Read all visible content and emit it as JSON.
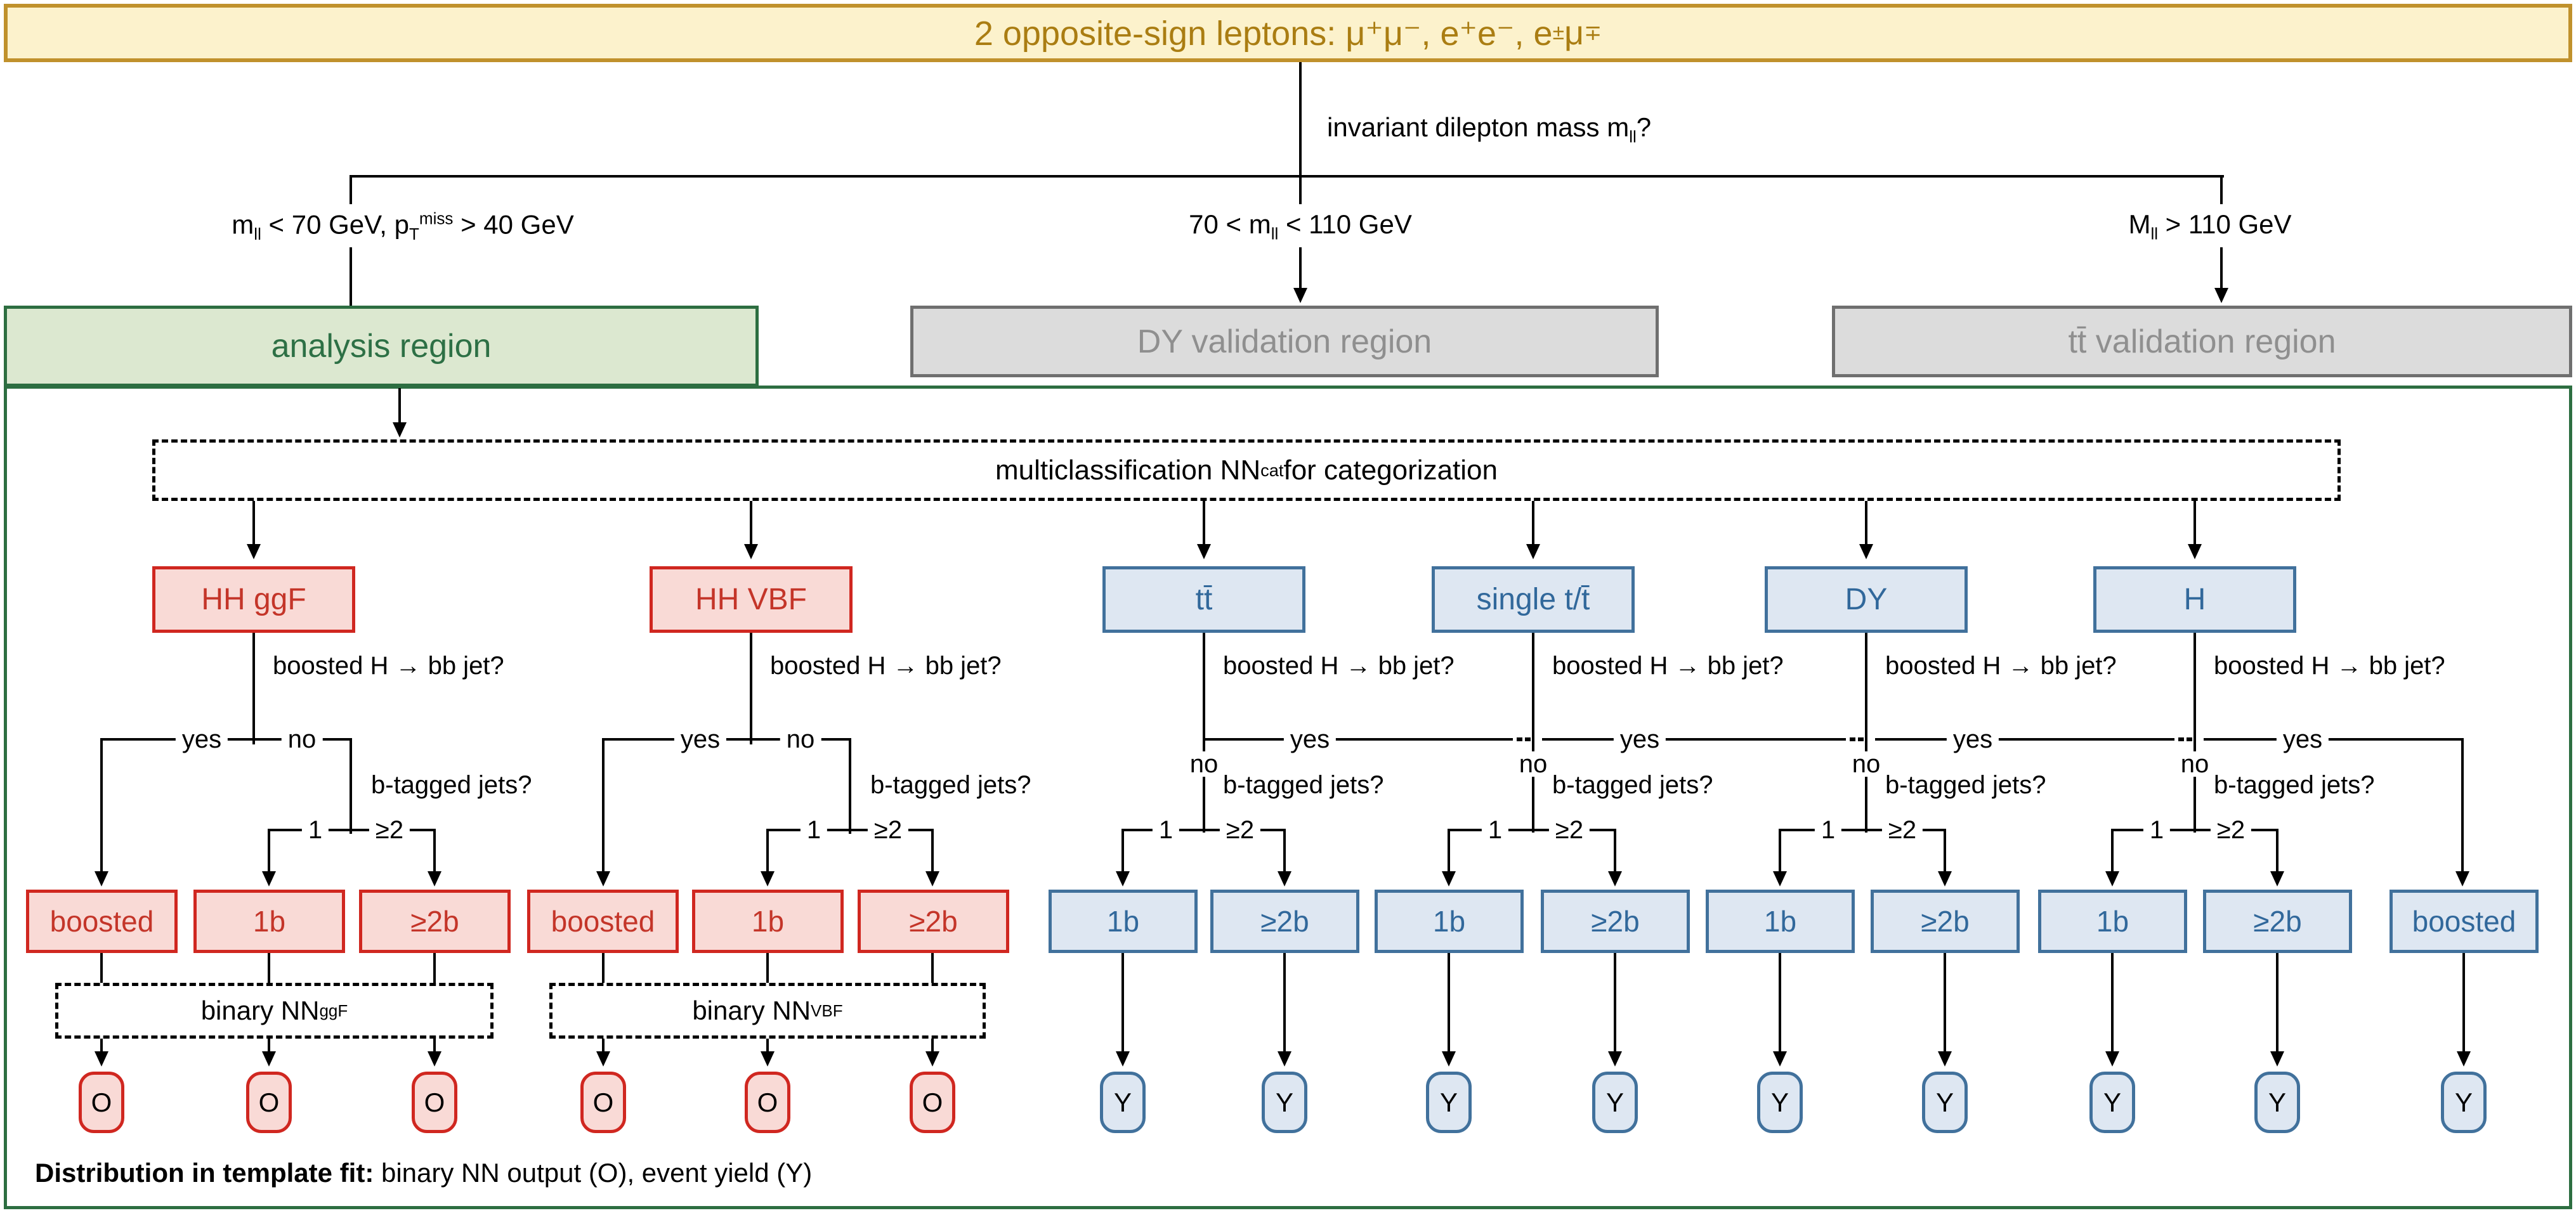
{
  "banner": {
    "pre": "2 opposite-sign leptons: μ⁺μ⁻, e⁺e⁻, e",
    "sup1": "±",
    "mid": "μ",
    "sup2": "∓"
  },
  "split": {
    "question": {
      "pre": "invariant dilepton mass m",
      "sub": "ll",
      "post": "?"
    },
    "left": {
      "p1": "m",
      "sub1": "ll",
      "p2": " < 70 GeV, p",
      "sub2": "T",
      "sup2": "miss",
      "p3": " > 40 GeV"
    },
    "mid": {
      "p1": "70 < m",
      "sub1": "ll",
      "p2": " < 110 GeV"
    },
    "right": {
      "p1": "M",
      "sub1": "ll",
      "p2": " > 110 GeV"
    }
  },
  "regions": {
    "analysis": "analysis region",
    "dy": "DY validation region",
    "ttbar": "tt̄ validation region"
  },
  "classifier": {
    "pre": "multiclassification NN",
    "sub": "cat",
    "post": " for categorization"
  },
  "categories": {
    "ggf": "HH ggF",
    "vbf": "HH VBF",
    "tt": "tt̄",
    "st": "single t/t̄",
    "dy": "DY",
    "h": "H"
  },
  "labels": {
    "boosted_q": "boosted H → bb jet?",
    "btag_q": "b-tagged jets?",
    "yes": "yes",
    "no": "no",
    "one": "1",
    "geq2": "≥2"
  },
  "leaves": {
    "boosted": "boosted",
    "b1": "1b",
    "b2": "≥2b"
  },
  "binary_nn": {
    "ggf": {
      "pre": "binary NN",
      "sub": "ggF"
    },
    "vbf": {
      "pre": "binary NN",
      "sub": "VBF"
    }
  },
  "outputs": {
    "o": "O",
    "y": "Y"
  },
  "caption": {
    "bold": "Distribution in template fit:",
    "rest": " binary NN output (O), event yield (Y)"
  },
  "colors": {
    "signal_red": "#d02720",
    "background_blue": "#41719c",
    "analysis_green": "#2d6e41",
    "validation_gray": "#6f6f6f",
    "banner_gold": "#c0912c"
  }
}
